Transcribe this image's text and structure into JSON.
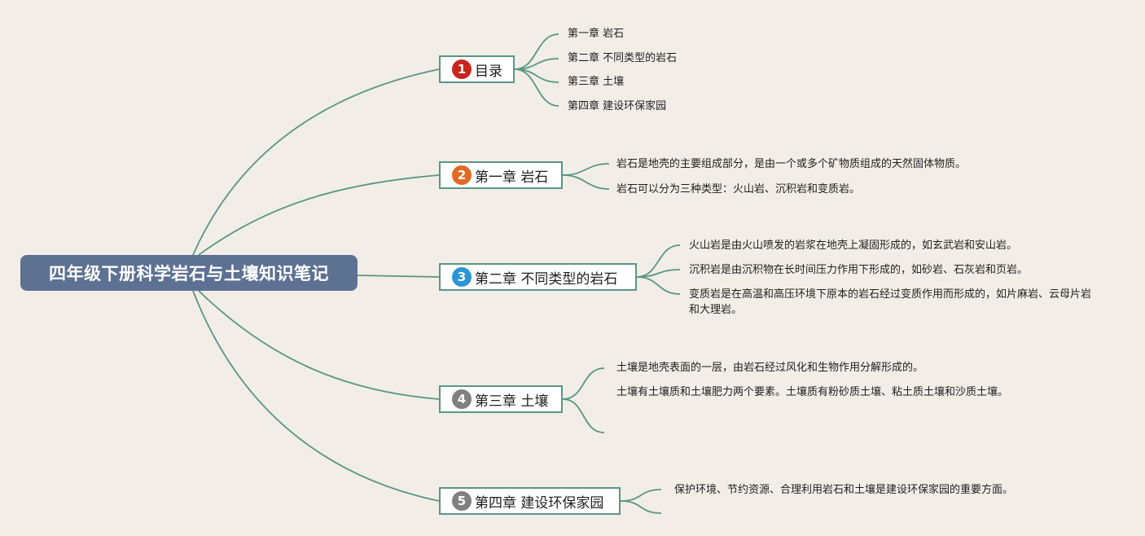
{
  "root": {
    "label": "四年级下册科学岩石与土壤知识笔记"
  },
  "colors": {
    "background": "#f2ede7",
    "root_fill": "#5d7193",
    "link": "#5a9683",
    "badge_red": "#c8261c",
    "badge_orange": "#e06a24",
    "badge_blue": "#2c97d6",
    "badge_gray": "#808080"
  },
  "branches": [
    {
      "badge": "1",
      "label": "目录",
      "badge_color": "#c8261c",
      "items": [
        "第一章 岩石",
        "第二章 不同类型的岩石",
        "第三章 土壤",
        "第四章 建设环保家园"
      ]
    },
    {
      "badge": "2",
      "label": "第一章 岩石",
      "badge_color": "#e06a24",
      "items": [
        "岩石是地壳的主要组成部分，是由一个或多个矿物质组成的天然固体物质。",
        "岩石可以分为三种类型：火山岩、沉积岩和变质岩。"
      ]
    },
    {
      "badge": "3",
      "label": "第二章 不同类型的岩石",
      "badge_color": "#2c97d6",
      "items": [
        "火山岩是由火山喷发的岩浆在地壳上凝固形成的，如玄武岩和安山岩。",
        "沉积岩是由沉积物在长时间压力作用下形成的，如砂岩、石灰岩和页岩。",
        "变质岩是在高温和高压环境下原本的岩石经过变质作用而形成的，如片麻岩、云母片岩和大理岩。"
      ]
    },
    {
      "badge": "4",
      "label": "第三章 土壤",
      "badge_color": "#808080",
      "items": [
        "土壤是地壳表面的一层，由岩石经过风化和生物作用分解形成的。",
        "土壤有土壤质和土壤肥力两个要素。土壤质有粉砂质土壤、粘土质土壤和沙质土壤。"
      ]
    },
    {
      "badge": "5",
      "label": "第四章 建设环保家园",
      "badge_color": "#808080",
      "items": [
        "保护环境、节约资源、合理利用岩石和土壤是建设环保家园的重要方面。"
      ]
    }
  ]
}
